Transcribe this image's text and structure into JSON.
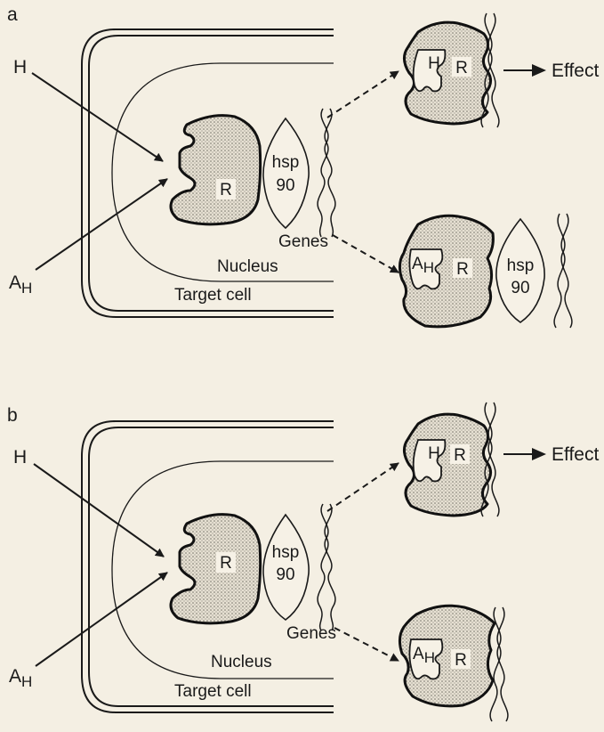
{
  "panels": [
    {
      "letter": "a",
      "hormone": "H",
      "antagonist_main": "A",
      "antagonist_sub": "H",
      "receptor": "R",
      "hsp_line1": "hsp",
      "hsp_line2": "90",
      "genes": "Genes",
      "nucleus": "Nucleus",
      "target_cell": "Target cell",
      "effect": "Effect",
      "bound_hormone": "H",
      "bound_receptor": "R",
      "bound_antagonist_main": "A",
      "bound_antagonist_sub": "H",
      "bound_antagonist_receptor": "R",
      "bound_hsp_line1": "hsp",
      "bound_hsp_line2": "90"
    },
    {
      "letter": "b",
      "hormone": "H",
      "antagonist_main": "A",
      "antagonist_sub": "H",
      "receptor": "R",
      "hsp_line1": "hsp",
      "hsp_line2": "90",
      "genes": "Genes",
      "nucleus": "Nucleus",
      "target_cell": "Target cell",
      "effect": "Effect",
      "bound_hormone": "H",
      "bound_receptor": "R",
      "bound_antagonist_main": "A",
      "bound_antagonist_sub": "H",
      "bound_antagonist_receptor": "R"
    }
  ]
}
